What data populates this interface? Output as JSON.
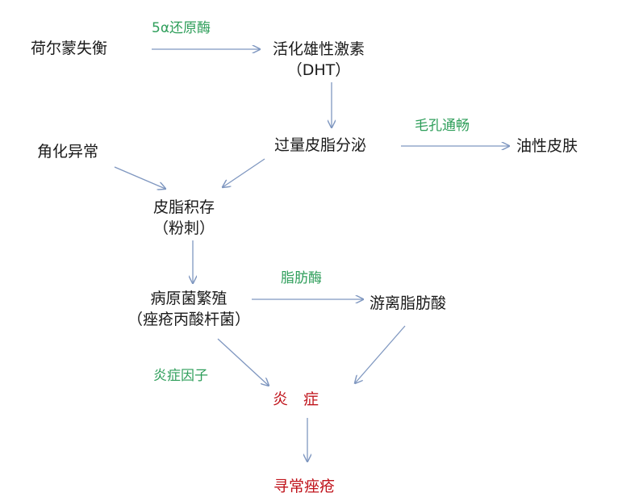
{
  "nodes": {
    "hormone_imbalance": "荷尔蒙失衡",
    "androgen": "活化雄性激素",
    "androgen_sub": "（DHT）",
    "excess_sebum": "过量皮脂分泌",
    "oily_skin": "油性皮肤",
    "keratin_abnormal": "角化异常",
    "sebum_buildup": "皮脂积存",
    "sebum_buildup_sub": "（粉刺）",
    "bacteria": "病原菌繁殖",
    "bacteria_sub": "（痤疮丙酸杆菌）",
    "fatty_acid": "游离脂肪酸",
    "inflammation": "炎　症",
    "acne": "寻常痤疮"
  },
  "edge_labels": {
    "reductase": "5α还原酶",
    "pores_open": "毛孔通畅",
    "lipase": "脂肪酶",
    "inflammatory_factor": "炎症因子"
  },
  "colors": {
    "node_text": "#1a1a1a",
    "edge_label": "#2e9e5a",
    "highlight": "#c0141c",
    "arrow": "#7f97c0"
  }
}
